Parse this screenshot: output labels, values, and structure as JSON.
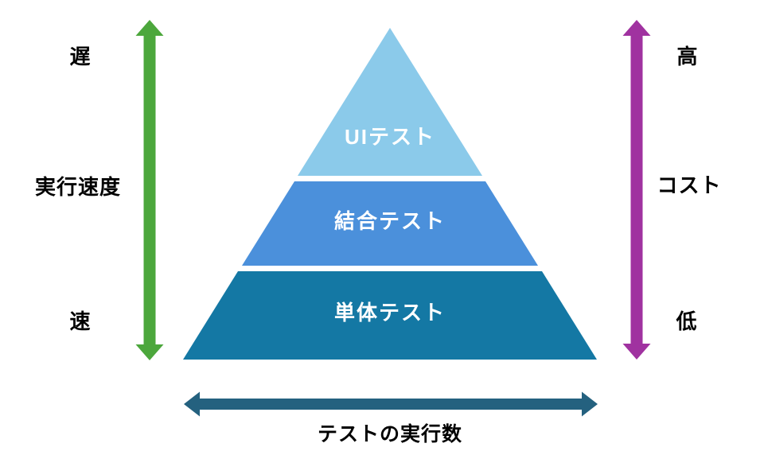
{
  "diagram": {
    "name": "test-pyramid",
    "pyramid": {
      "label_color": "#ffffff",
      "layers": [
        {
          "label": "UIテスト",
          "color": "#8BCAEA"
        },
        {
          "label": "結合テスト",
          "color": "#4B90DB"
        },
        {
          "label": "単体テスト",
          "color": "#1478A4"
        }
      ]
    },
    "left_axis": {
      "top_label": "遅",
      "axis_label": "実行速度",
      "bottom_label": "速",
      "arrow_color": "#4CA73C"
    },
    "right_axis": {
      "top_label": "高",
      "axis_label": "コスト",
      "bottom_label": "低",
      "arrow_color": "#A032A0"
    },
    "bottom_axis": {
      "label": "テストの実行数",
      "arrow_color": "#24617F"
    }
  }
}
